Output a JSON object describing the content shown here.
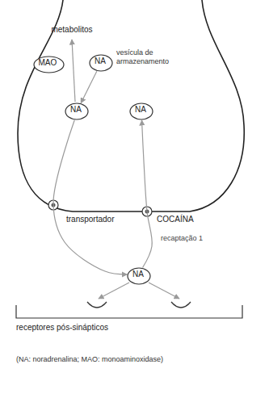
{
  "diagram": {
    "caption": "(NA: noradrenalina; MAO: monoaminoxidase)",
    "nodes": [
      {
        "text": [
          "MAO"
        ]
      },
      {
        "text": [
          "NA",
          "vesícula de armazenamento"
        ]
      },
      {
        "text": [
          "NA"
        ]
      },
      {
        "text": [
          "NA"
        ]
      },
      {
        "text": [
          "NA"
        ]
      }
    ],
    "edges": [
      {
        "from": 1,
        "to": 2,
        "arrow": "to"
      },
      {
        "from": 2,
        "to": 4,
        "arrow": "to"
      },
      {
        "from": 4,
        "to": 3,
        "arrow": "to",
        "label": "recaptação 1"
      }
    ],
    "labels": [
      "metabolitos",
      "transportador",
      "COCAÍNA",
      "receptores pós-sinápticos"
    ]
  }
}
